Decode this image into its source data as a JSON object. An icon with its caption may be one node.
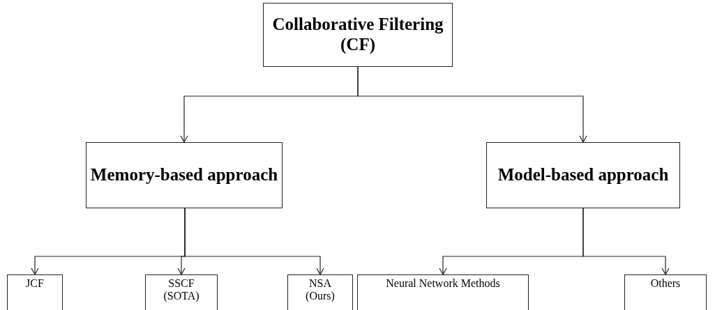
{
  "diagram": {
    "nodes": [
      {
        "text": [
          "Collaborative Filtering (CF)"
        ]
      },
      {
        "text": [
          "Memory-based approach"
        ]
      },
      {
        "text": [
          "Model-based approach"
        ]
      },
      {
        "text": [
          "JCF"
        ]
      },
      {
        "text": [
          "SSCF (SOTA)"
        ]
      },
      {
        "text": [
          "NSA (Ours)"
        ]
      },
      {
        "text": [
          "Neural Network Methods"
        ]
      },
      {
        "text": [
          "Others"
        ]
      }
    ],
    "edges": [
      {
        "from": 0,
        "to": 1,
        "arrow": "to"
      },
      {
        "from": 0,
        "to": 2,
        "arrow": "to"
      },
      {
        "from": 1,
        "to": 3,
        "arrow": "to"
      },
      {
        "from": 1,
        "to": 4,
        "arrow": "to"
      },
      {
        "from": 1,
        "to": 5,
        "arrow": "to"
      },
      {
        "from": 2,
        "to": 6,
        "arrow": "to"
      },
      {
        "from": 2,
        "to": 7,
        "arrow": "to"
      }
    ]
  }
}
